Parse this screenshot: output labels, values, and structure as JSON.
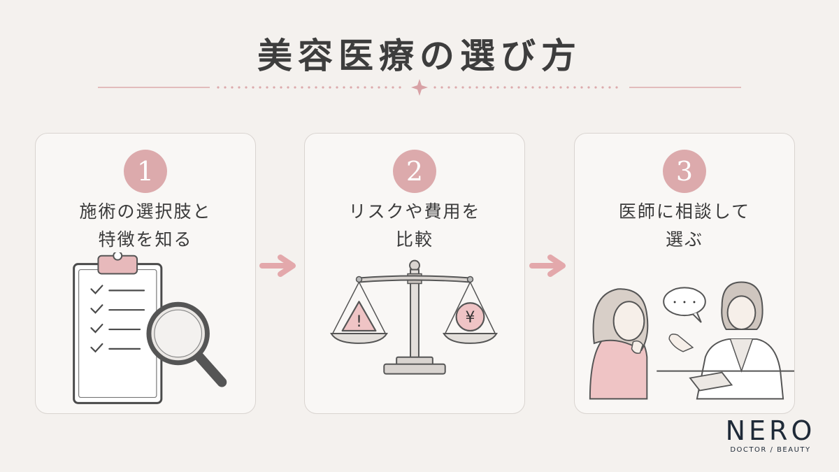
{
  "title": "美容医療の選び方",
  "steps": [
    {
      "number": "1",
      "line1": "施術の選択肢と",
      "line2": "特徴を知る",
      "icon": "clipboard-magnifier-icon"
    },
    {
      "number": "2",
      "line1": "リスクや費用を",
      "line2": "比較",
      "icon": "balance-scale-icon",
      "left_symbol": "!",
      "right_symbol": "¥"
    },
    {
      "number": "3",
      "line1": "医師に相談して",
      "line2": "選ぶ",
      "icon": "consultation-icon",
      "speech_bubble": "・・・"
    }
  ],
  "logo": {
    "name": "NERO",
    "tagline": "DOCTOR / BEAUTY"
  },
  "colors": {
    "accent": "#dcaaac",
    "arrow": "#e3a8ab",
    "background": "#f4f1ee",
    "card": "#f9f7f5",
    "logo": "#1f2a38"
  }
}
